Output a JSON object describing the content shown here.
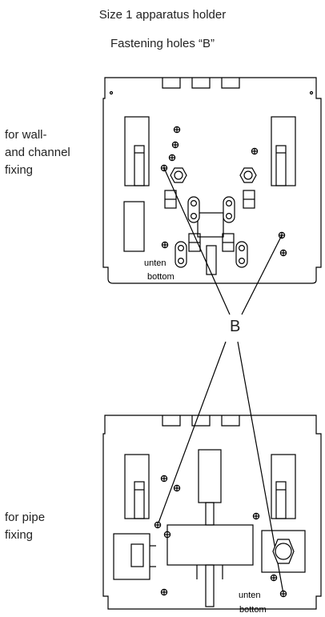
{
  "title": "Size 1 apparatus holder",
  "subtitle": "Fastening holes “B”",
  "wall_label": "for wall-\nand channel\nfixing",
  "pipe_label": "for pipe\nfixing",
  "b_label": "B",
  "unten": "unten",
  "bottom": "bottom",
  "colors": {
    "line": "#000000",
    "background": "#ffffff"
  }
}
